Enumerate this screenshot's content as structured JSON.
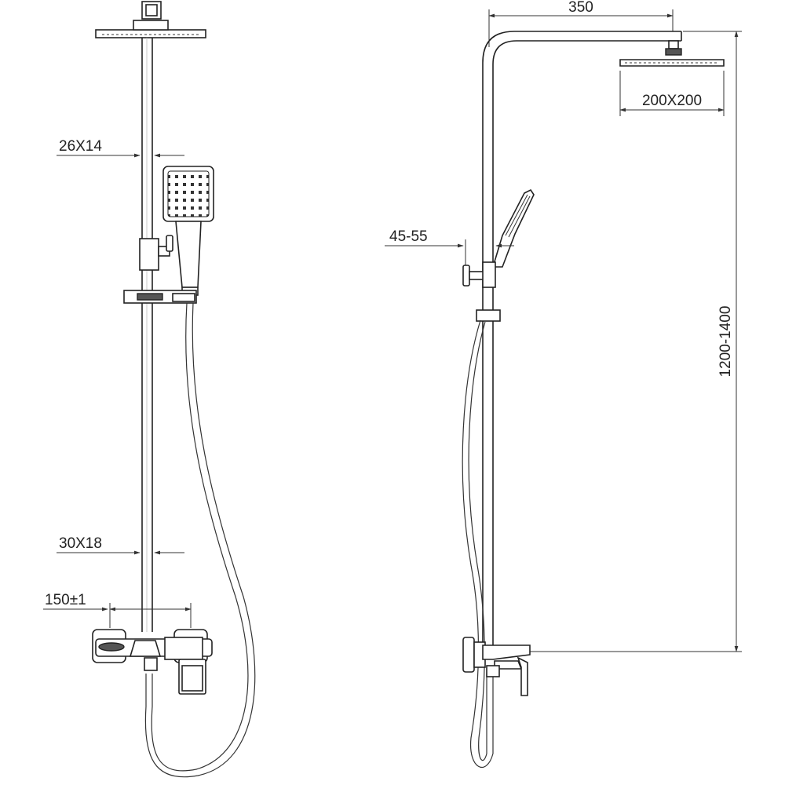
{
  "drawing": {
    "front_view": {
      "dim_fixed_pipe_section": "26X14",
      "dim_lower_pipe_section": "30X18",
      "dim_inlet_spacing": "150±1"
    },
    "side_view": {
      "dim_arm_reach": "350",
      "dim_head_size": "200X200",
      "dim_holder_offset": "45-55",
      "dim_height_range": "1200-1400"
    },
    "colors": {
      "line": "#222222",
      "background": "#ffffff"
    }
  }
}
